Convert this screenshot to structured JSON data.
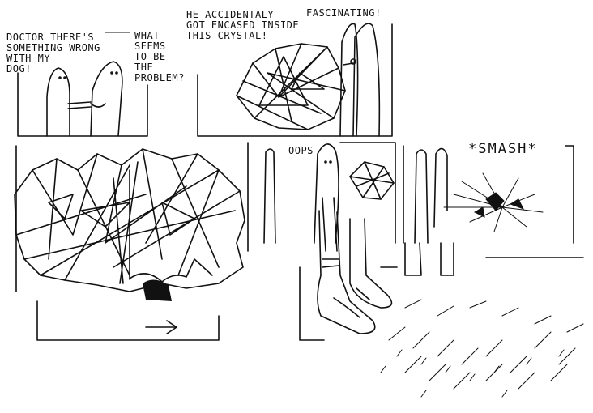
{
  "panel1": {
    "speech_owner": "DOCTOR THERE'S\nSOMETHING WRONG\nWITH MY\nDOG!",
    "speech_doctor": "WHAT\nSEEMS\nTO BE\nTHE\nPROBLEM?"
  },
  "panel2": {
    "speech_owner": "HE ACCIDENTALY\nGOT ENCASED INSIDE\nTHIS CRYSTAL!",
    "speech_doctor": "FASCINATING!"
  },
  "panel4": {
    "speech_oops": "OOPS"
  },
  "panel5": {
    "sfx": "*SMASH*"
  }
}
